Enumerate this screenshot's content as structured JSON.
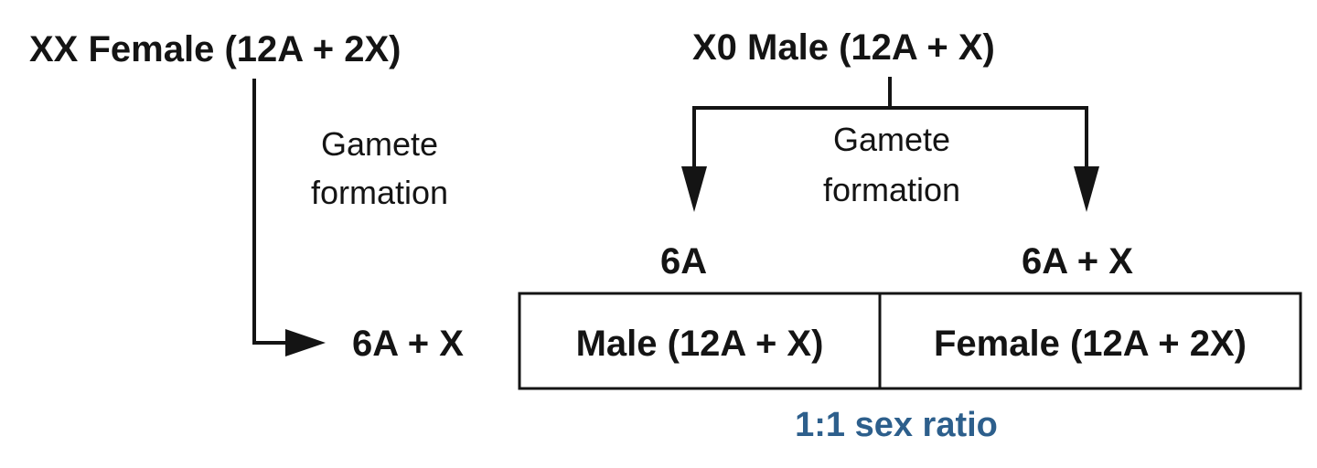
{
  "parents": {
    "female": "XX Female (12A + 2X)",
    "male": "X0 Male (12A + X)"
  },
  "process": {
    "female_gamete_label": [
      "Gamete",
      "formation"
    ],
    "male_gamete_label": [
      "Gamete",
      "formation"
    ]
  },
  "gametes": {
    "female": "6A + X",
    "male_left": "6A",
    "male_right": "6A + X"
  },
  "offspring": {
    "cell_left": "Male (12A + X)",
    "cell_right": "Female (12A + 2X)"
  },
  "ratio": "1:1 sex ratio",
  "colors": {
    "text": "#141414",
    "ratio_text": "#2d5f8c"
  }
}
